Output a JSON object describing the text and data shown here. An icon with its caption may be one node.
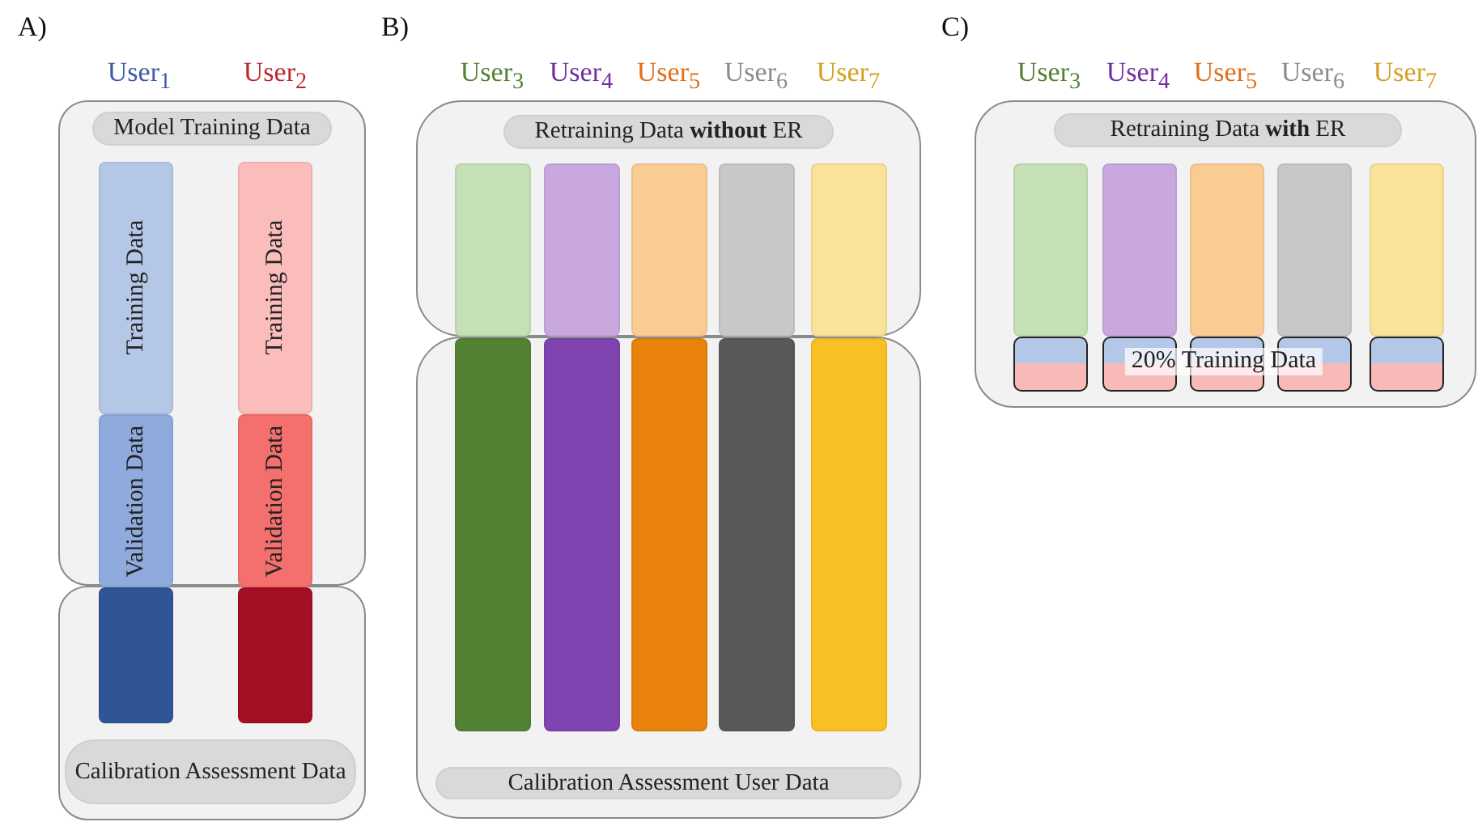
{
  "diagram": {
    "nodes": [
      {
        "text": [],
        "shape": "box"
      },
      {
        "text": [
          "Model Training Data"
        ],
        "in": 0
      },
      {
        "text": [
          "Training Data"
        ],
        "in": 0
      },
      {
        "text": [
          "Validation Data"
        ],
        "in": 0
      },
      {
        "text": [
          "Training Data"
        ],
        "in": 0
      },
      {
        "text": [
          "Validation Data"
        ],
        "in": 0
      },
      {
        "text": [],
        "shape": "box"
      },
      {
        "text": [],
        "shape": "bar",
        "in": 6
      },
      {
        "text": [],
        "shape": "bar",
        "in": 6
      },
      {
        "text": [
          "Calibration Assessment Data"
        ],
        "in": 6
      },
      {
        "text": [],
        "shape": "box"
      },
      {
        "text": [
          "Retraining Data **without** ER"
        ],
        "in": 10
      },
      {
        "text": [],
        "shape": "bar",
        "in": 10
      },
      {
        "text": [],
        "shape": "bar",
        "in": 10
      },
      {
        "text": [],
        "shape": "bar",
        "in": 10
      },
      {
        "text": [],
        "shape": "bar",
        "in": 10
      },
      {
        "text": [],
        "shape": "bar",
        "in": 10
      },
      {
        "text": [],
        "shape": "box"
      },
      {
        "text": [],
        "shape": "bar",
        "in": 17
      },
      {
        "text": [],
        "shape": "bar",
        "in": 17
      },
      {
        "text": [],
        "shape": "bar",
        "in": 17
      },
      {
        "text": [],
        "shape": "bar",
        "in": 17
      },
      {
        "text": [],
        "shape": "bar",
        "in": 17
      },
      {
        "text": [
          "Calibration Assessment User Data"
        ],
        "in": 17
      },
      {
        "text": [],
        "shape": "box"
      },
      {
        "text": [
          "Retraining Data **with** ER"
        ],
        "in": 24
      },
      {
        "text": [],
        "shape": "bar",
        "in": 24
      },
      {
        "text": [],
        "shape": "bar",
        "in": 24
      },
      {
        "text": [],
        "shape": "bar",
        "in": 24
      },
      {
        "text": [],
        "shape": "bar",
        "in": 24
      },
      {
        "text": [],
        "shape": "bar",
        "in": 24
      },
      {
        "text": [],
        "shape": "box",
        "in": 24
      },
      {
        "text": [],
        "shape": "box",
        "in": 24
      },
      {
        "text": [],
        "shape": "box",
        "in": 24
      },
      {
        "text": [],
        "shape": "box",
        "in": 24
      },
      {
        "text": [],
        "shape": "box",
        "in": 24
      }
    ],
    "labels": [
      "A)",
      "User$_{1}$",
      "User$_{2}$",
      "B)",
      "User$_{3}$",
      "User$_{4}$",
      "User$_{5}$",
      "User$_{6}$",
      "User$_{7}$",
      "C)",
      "User$_{3}$",
      "User$_{4}$",
      "User$_{5}$",
      "User$_{6}$",
      "User$_{7}$",
      "20% Training Data"
    ]
  }
}
